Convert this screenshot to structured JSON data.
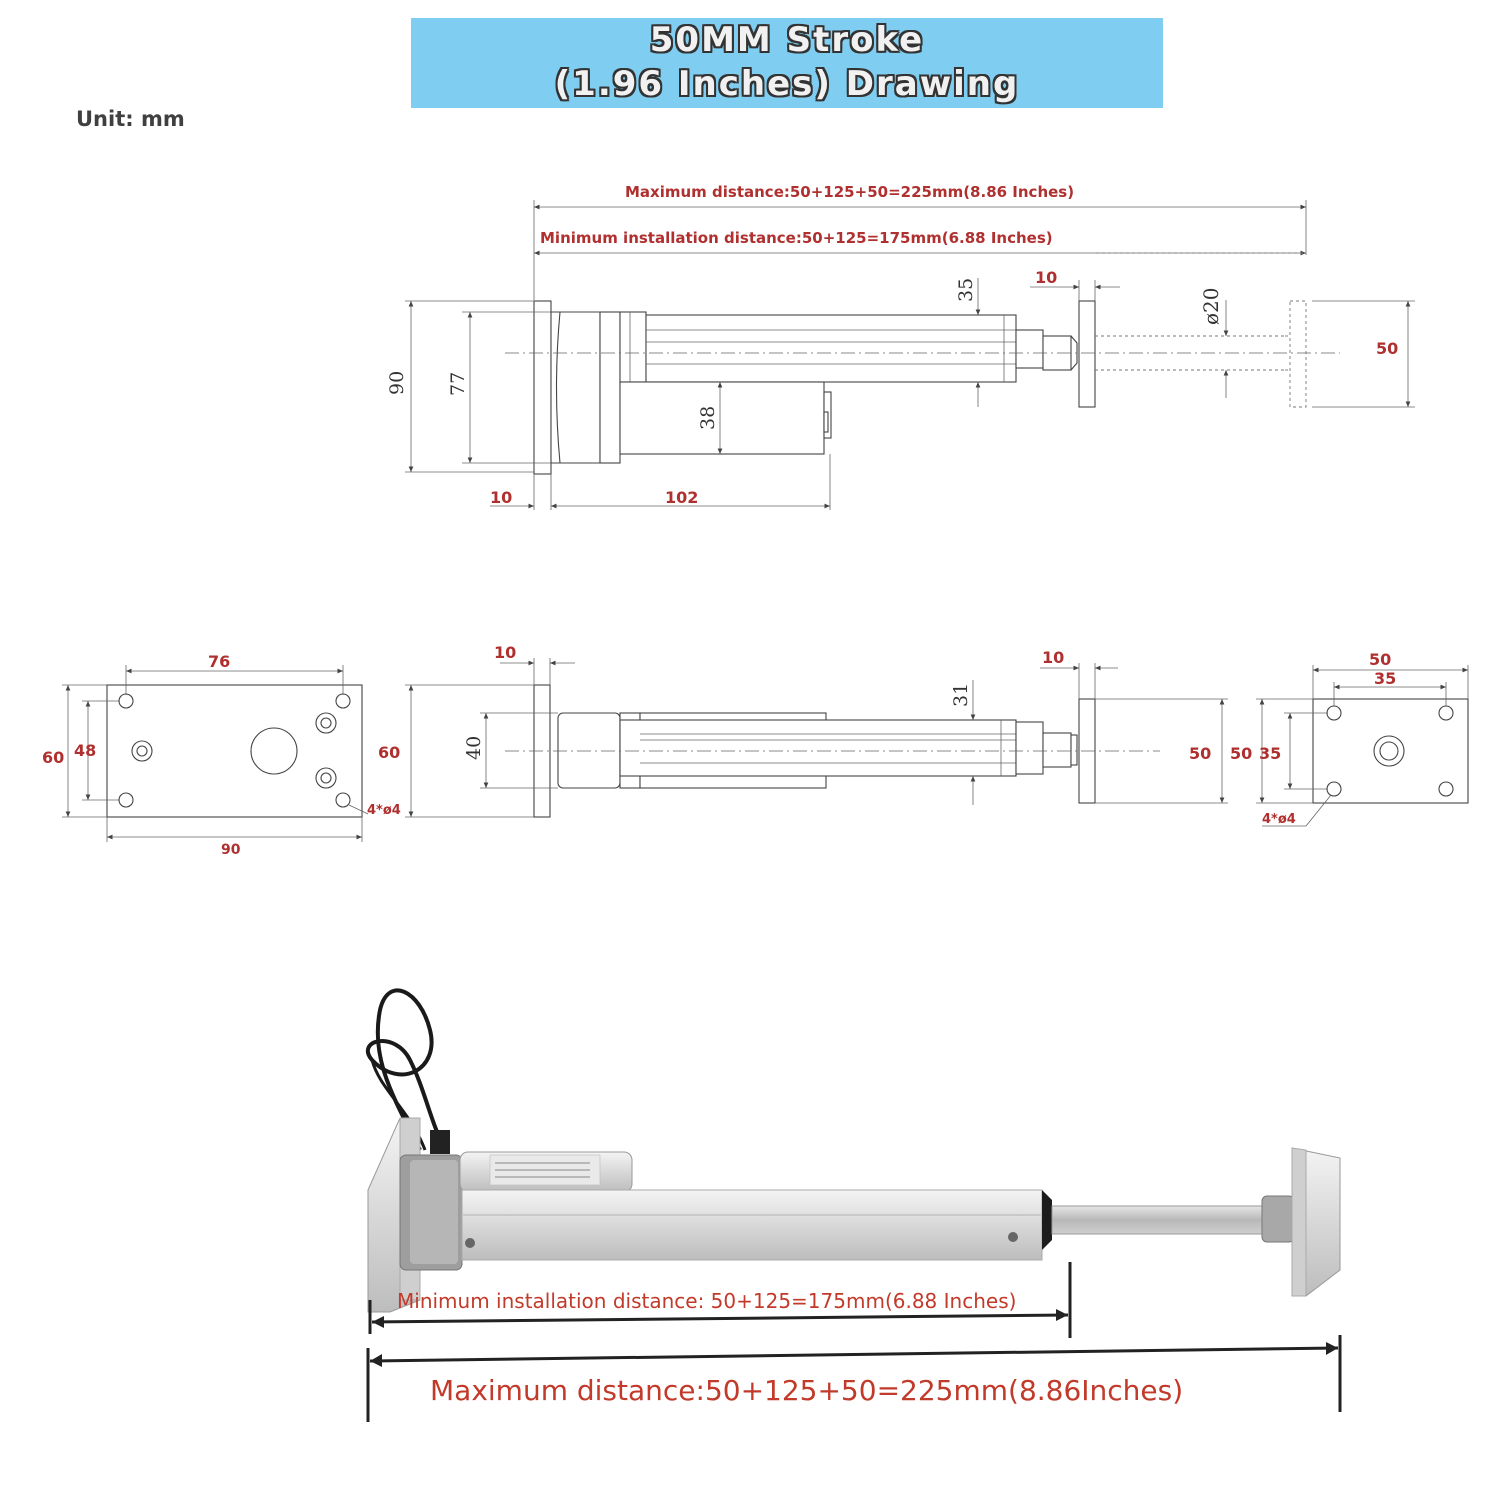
{
  "header": {
    "title_line1": "50MM Stroke",
    "title_line2": "(1.96 Inches)  Drawing",
    "banner_color": "#7fcdf0"
  },
  "unit_label": "Unit: mm",
  "side_view": {
    "max_distance_label": "Maximum distance:50+125+50=225mm(8.86 Inches)",
    "min_distance_label": "Minimum installation distance:50+125=175mm(6.88 Inches)",
    "dim_90": "90",
    "dim_77": "77",
    "dim_38": "38",
    "dim_35": "35",
    "dim_10_top": "10",
    "dim_phi20": "ø20",
    "dim_50": "50",
    "dim_10_bottom": "10",
    "dim_102": "102"
  },
  "front_plate_left": {
    "dim_76": "76",
    "dim_60": "60",
    "dim_48": "48",
    "dim_90": "90",
    "holes": "4*ø4"
  },
  "top_view": {
    "dim_10_left": "10",
    "dim_60": "60",
    "dim_40": "40",
    "dim_31": "31",
    "dim_10_right": "10",
    "dim_50": "50"
  },
  "front_plate_right": {
    "dim_50_top": "50",
    "dim_35_top": "35",
    "dim_50_side": "50",
    "dim_35_side": "35",
    "holes": "4*ø4"
  },
  "photo": {
    "min_label": "Minimum installation distance:   50+125=175mm(6.88 Inches)",
    "max_label": "Maximum distance:50+125+50=225mm(8.86Inches)",
    "accent_color": "#c23a2a"
  }
}
